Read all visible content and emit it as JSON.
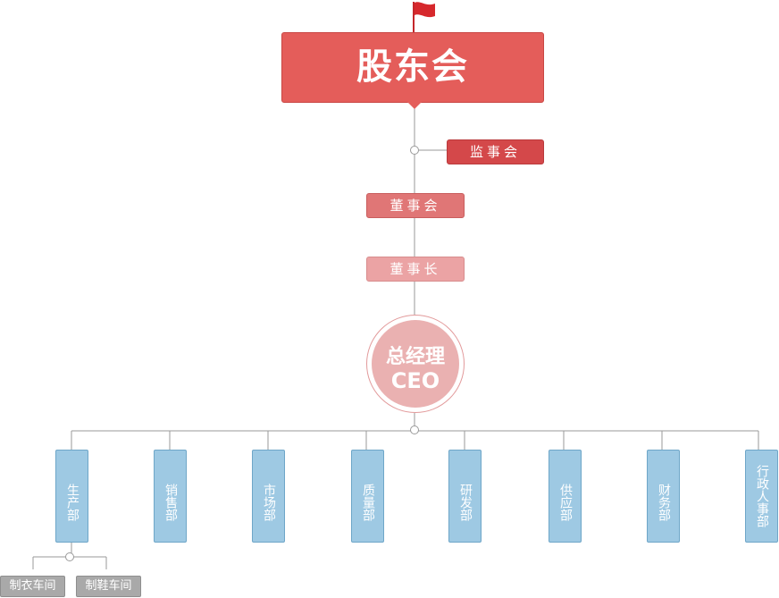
{
  "org": {
    "shareholders": "股东会",
    "supervisors": "监事会",
    "board": "董事会",
    "chairman": "董事长",
    "ceo_cn": "总经理",
    "ceo_en": "CEO"
  },
  "departments": [
    "生产部",
    "销售部",
    "市场部",
    "质量部",
    "研发部",
    "供应部",
    "财务部",
    "行政人事部"
  ],
  "workshops": [
    "制衣车间",
    "制鞋车间"
  ],
  "colors": {
    "shareholders": "#e45d5a",
    "supervisors": "#d4484a",
    "board": "#e07676",
    "chairman": "#eba3a4",
    "ceo": "#eab1b1",
    "department": "#9ec9e3",
    "workshop": "#a9a9a9",
    "connector": "#9a9a9a"
  },
  "icons": {
    "top": "flag-icon"
  }
}
